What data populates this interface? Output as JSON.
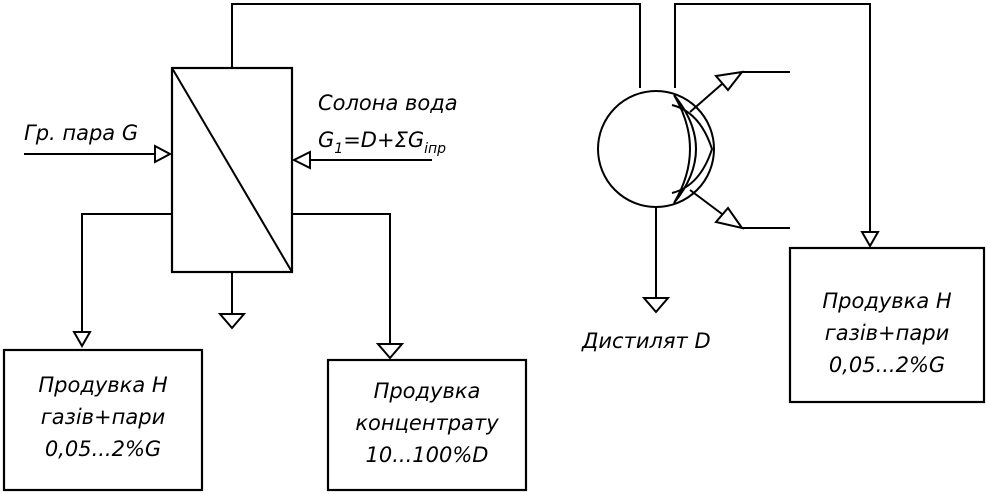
{
  "inputs": {
    "steam": "Гр. пара G",
    "water_line1": "Солона вода",
    "water_G": "G",
    "water_sub1": "1",
    "water_eq": "=D+ΣG",
    "water_sub2": "іпр"
  },
  "outputs": {
    "distillate": "Дистилят D"
  },
  "boxes": {
    "left": [
      "Продувка Н",
      "газів+пари",
      "0,05...2%G"
    ],
    "middle": [
      "Продувка",
      "концентрату",
      "10...100%D"
    ],
    "right": [
      "Продувка Н",
      "газів+пари",
      "0,05...2%G"
    ]
  }
}
